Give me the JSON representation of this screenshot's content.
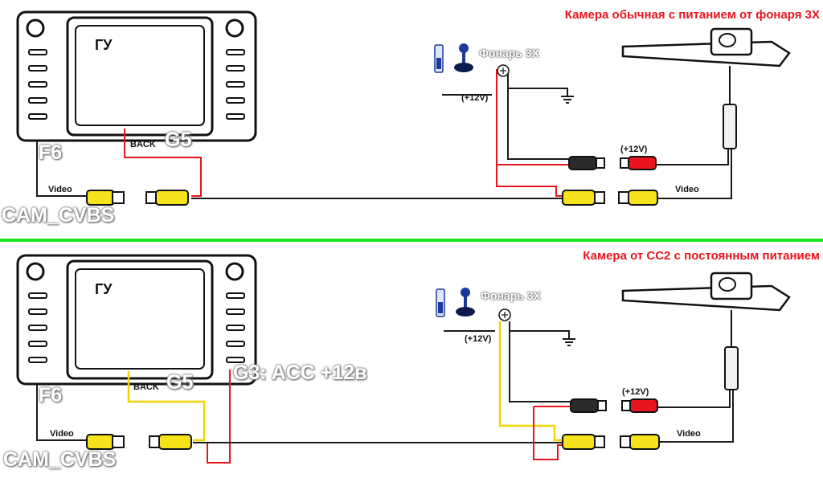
{
  "diagrams": [
    {
      "title": "Камера обычная с питанием от фонаря 3Х",
      "head_unit": "ГУ",
      "back_label": "BACK",
      "g5_label": "G5",
      "f6_label": "F6",
      "video_left": "Video",
      "cam_cvbs": "CAM_CVBS",
      "lamp_label": "Фонарь 3Х",
      "plus12_lamp": "(+12V)",
      "plus12_camera": "(+12V)",
      "video_right": "Video",
      "acc_label": ""
    },
    {
      "title": "Камера от СС2 с постоянным питанием",
      "head_unit": "ГУ",
      "back_label": "BACK",
      "g5_label": "G5",
      "f6_label": "F6",
      "video_left": "Video",
      "cam_cvbs": "CAM_CVBS",
      "lamp_label": "Фонарь 3Х",
      "plus12_lamp": "(+12V)",
      "plus12_camera": "(+12V)",
      "video_right": "Video",
      "acc_label": "G3: ACC +12в"
    }
  ],
  "colors": {
    "divider": "#19e51f",
    "title": "#e8151d",
    "wire_black": "#1a1a1a",
    "wire_red": "#e8151d",
    "wire_yellow": "#f1d400",
    "rca_yellow": "#f6e31b",
    "rca_red": "#e8151d"
  }
}
